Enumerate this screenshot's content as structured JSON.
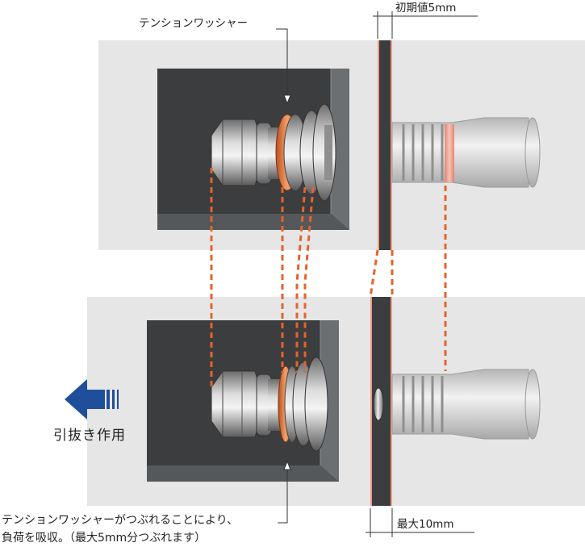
{
  "labels": {
    "tension_washer": "テンションワッシャー",
    "initial_value": "初期値5mm",
    "pull_action": "引抜き作用",
    "max_value": "最大10mm",
    "note_line1": "テンションワッシャーがつぶれることにより、",
    "note_line2": "負荷を吸収。（最大5mm分つぶれます）"
  },
  "colors": {
    "panel_gray": "#e6e6e6",
    "plate_dark": "#3b3d3f",
    "plate_bevel": "#6c6f72",
    "washer_orange": "#e0703a",
    "dash_orange": "#e6632b",
    "arrow_blue": "#1f4f9a",
    "column_red": "#ef9a86"
  },
  "icons": {
    "pull_arrow": "left-arrow-icon"
  }
}
